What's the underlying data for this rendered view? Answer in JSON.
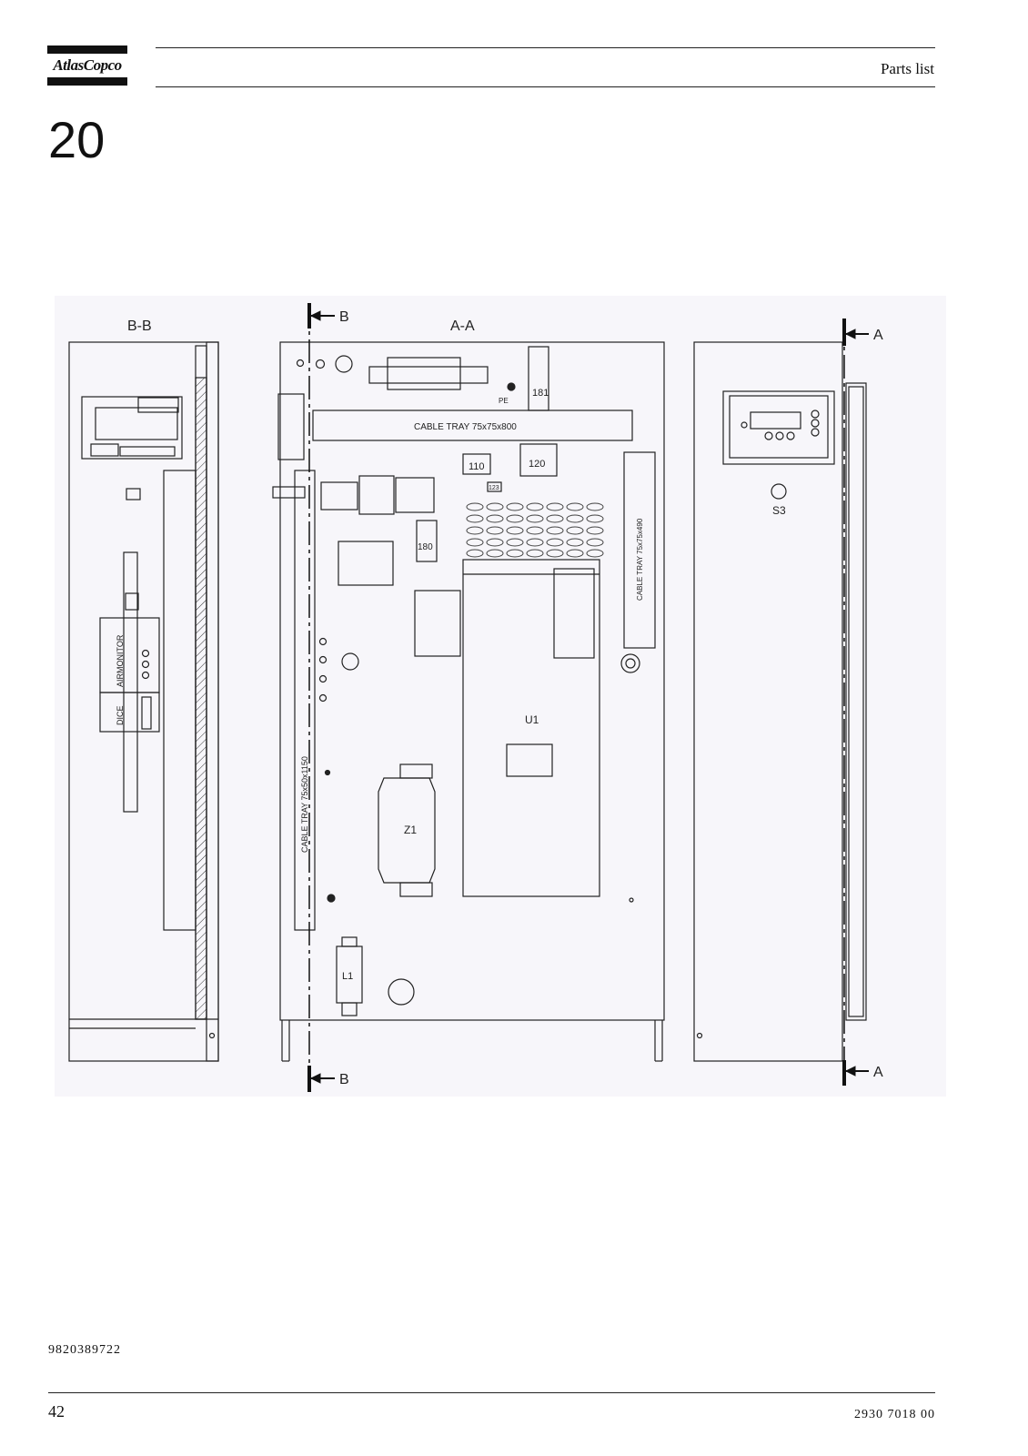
{
  "header": {
    "brand": "AtlasCopco",
    "title": "Parts list"
  },
  "chapter": "20",
  "drawing": {
    "view_bb": "B-B",
    "view_aa": "A-A",
    "arrow_b": "B",
    "arrow_a": "A",
    "labels": {
      "cable_tray_top": "CABLE TRAY 75x75x800",
      "cable_tray_right": "CABLE TRAY 75x75x490",
      "cable_tray_left": "CABLE TRAY 75x50x1150",
      "airmonitor": "AIRMONITOR",
      "dice": "DICE",
      "u1": "U1",
      "z1": "Z1",
      "l1": "L1",
      "s3": "S3",
      "pe": "PE",
      "ref_110": "110",
      "ref_120": "120",
      "ref_123": "123",
      "ref_180": "180",
      "ref_181": "181"
    }
  },
  "footer": {
    "doc_id": "9820389722",
    "page": "42",
    "part_number": "2930 7018 00"
  }
}
